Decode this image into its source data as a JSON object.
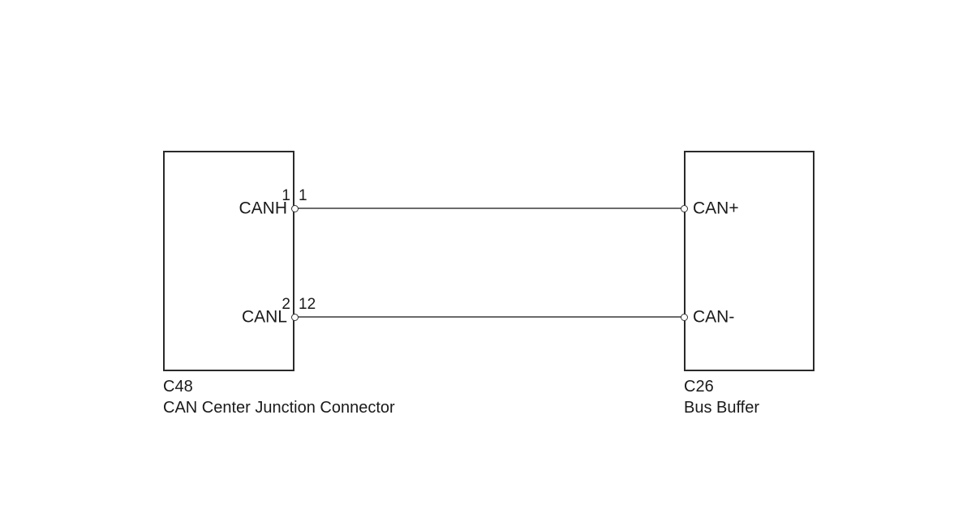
{
  "diagram": {
    "type": "wiring-harness-connection",
    "background_color": "#ffffff",
    "box_border_color": "#2a2a2a",
    "wire_color": "#6b6b6b",
    "text_color": "#1a1a1a"
  },
  "connectors": {
    "left": {
      "code": "C48",
      "description": "CAN Center Junction Connector",
      "pins": [
        {
          "number": "1",
          "name": "CANH"
        },
        {
          "number": "12",
          "name": "CANL"
        }
      ]
    },
    "right": {
      "code": "C26",
      "description": "Bus Buffer",
      "pins": [
        {
          "number": "1",
          "name": "CAN+"
        },
        {
          "number": "2",
          "name": "CAN-"
        }
      ]
    }
  },
  "wires": [
    {
      "id": "canh-canp",
      "from": "C48.1",
      "to": "C26.1"
    },
    {
      "id": "canl-cann",
      "from": "C48.12",
      "to": "C26.2"
    }
  ]
}
